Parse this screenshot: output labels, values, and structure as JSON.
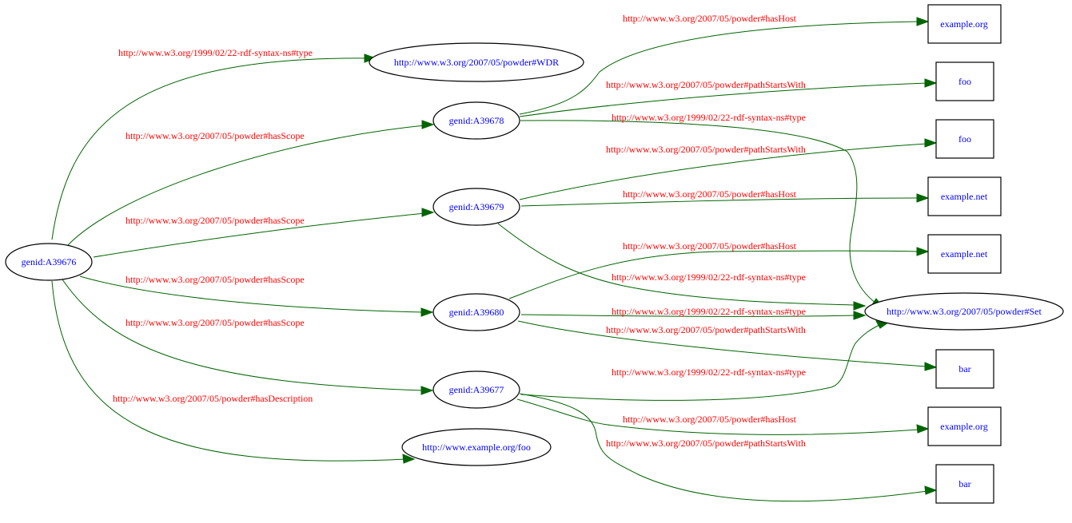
{
  "graph": {
    "colors": {
      "edge": "#006400",
      "edge_label": "#ff0000",
      "node_label": "#0000ff",
      "node_border": "#000000"
    },
    "nodes": [
      {
        "id": "n76",
        "label": "genid:A39676",
        "shape": "ellipse"
      },
      {
        "id": "wdr",
        "label": "http://www.w3.org/2007/05/powder#WDR",
        "shape": "ellipse"
      },
      {
        "id": "n78",
        "label": "genid:A39678",
        "shape": "ellipse"
      },
      {
        "id": "n79",
        "label": "genid:A39679",
        "shape": "ellipse"
      },
      {
        "id": "n80",
        "label": "genid:A39680",
        "shape": "ellipse"
      },
      {
        "id": "n77",
        "label": "genid:A39677",
        "shape": "ellipse"
      },
      {
        "id": "desc",
        "label": "http://www.example.org/foo",
        "shape": "ellipse"
      },
      {
        "id": "set",
        "label": "http://www.w3.org/2007/05/powder#Set",
        "shape": "ellipse"
      },
      {
        "id": "lit1",
        "label": "example.org",
        "shape": "box"
      },
      {
        "id": "lit2",
        "label": "foo",
        "shape": "box"
      },
      {
        "id": "lit3",
        "label": "foo",
        "shape": "box"
      },
      {
        "id": "lit4",
        "label": "example.net",
        "shape": "box"
      },
      {
        "id": "lit5",
        "label": "example.net",
        "shape": "box"
      },
      {
        "id": "lit6",
        "label": "bar",
        "shape": "box"
      },
      {
        "id": "lit7",
        "label": "example.org",
        "shape": "box"
      },
      {
        "id": "lit8",
        "label": "bar",
        "shape": "box"
      }
    ],
    "edges": [
      {
        "from": "n76",
        "to": "wdr",
        "label": "http://www.w3.org/1999/02/22-rdf-syntax-ns#type"
      },
      {
        "from": "n76",
        "to": "n78",
        "label": "http://www.w3.org/2007/05/powder#hasScope"
      },
      {
        "from": "n76",
        "to": "n79",
        "label": "http://www.w3.org/2007/05/powder#hasScope"
      },
      {
        "from": "n76",
        "to": "n80",
        "label": "http://www.w3.org/2007/05/powder#hasScope"
      },
      {
        "from": "n76",
        "to": "n77",
        "label": "http://www.w3.org/2007/05/powder#hasScope"
      },
      {
        "from": "n76",
        "to": "desc",
        "label": "http://www.w3.org/2007/05/powder#hasDescription"
      },
      {
        "from": "n78",
        "to": "lit1",
        "label": "http://www.w3.org/2007/05/powder#hasHost"
      },
      {
        "from": "n78",
        "to": "lit2",
        "label": "http://www.w3.org/2007/05/powder#pathStartsWith"
      },
      {
        "from": "n78",
        "to": "set",
        "label": "http://www.w3.org/1999/02/22-rdf-syntax-ns#type"
      },
      {
        "from": "n79",
        "to": "lit3",
        "label": "http://www.w3.org/2007/05/powder#pathStartsWith"
      },
      {
        "from": "n79",
        "to": "lit4",
        "label": "http://www.w3.org/2007/05/powder#hasHost"
      },
      {
        "from": "n79",
        "to": "set",
        "label": "http://www.w3.org/1999/02/22-rdf-syntax-ns#type"
      },
      {
        "from": "n80",
        "to": "lit5",
        "label": "http://www.w3.org/2007/05/powder#hasHost"
      },
      {
        "from": "n80",
        "to": "set",
        "label": "http://www.w3.org/1999/02/22-rdf-syntax-ns#type"
      },
      {
        "from": "n80",
        "to": "lit6",
        "label": "http://www.w3.org/2007/05/powder#pathStartsWith"
      },
      {
        "from": "n77",
        "to": "set",
        "label": "http://www.w3.org/1999/02/22-rdf-syntax-ns#type"
      },
      {
        "from": "n77",
        "to": "lit7",
        "label": "http://www.w3.org/2007/05/powder#hasHost"
      },
      {
        "from": "n77",
        "to": "lit8",
        "label": "http://www.w3.org/2007/05/powder#pathStartsWith"
      }
    ]
  }
}
